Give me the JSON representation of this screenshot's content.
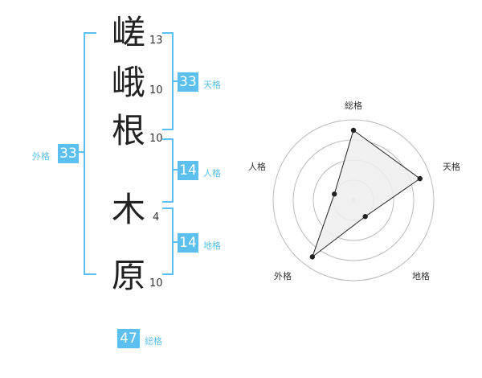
{
  "name_chars": [
    {
      "char": "嵯",
      "strokes": "13"
    },
    {
      "char": "峨",
      "strokes": "10"
    },
    {
      "char": "根",
      "strokes": "10"
    },
    {
      "char": "木",
      "strokes": "4"
    },
    {
      "char": "原",
      "strokes": "10"
    }
  ],
  "fortune": {
    "tenkaku": {
      "value": "33",
      "label": "天格"
    },
    "jinkaku": {
      "value": "14",
      "label": "人格"
    },
    "chikaku": {
      "value": "14",
      "label": "地格"
    },
    "gaikaku": {
      "value": "33",
      "label": "外格"
    },
    "soukaku": {
      "value": "47",
      "label": "総格"
    }
  },
  "colors": {
    "accent": "#5cc0ee",
    "radar_fill": "#eeeeee",
    "radar_grid": "#bbbbbb"
  },
  "chart_data": {
    "type": "radar",
    "axes": [
      "総格",
      "天格",
      "地格",
      "外格",
      "人格"
    ],
    "values": [
      4,
      4,
      1,
      4,
      1
    ],
    "max": 4
  }
}
